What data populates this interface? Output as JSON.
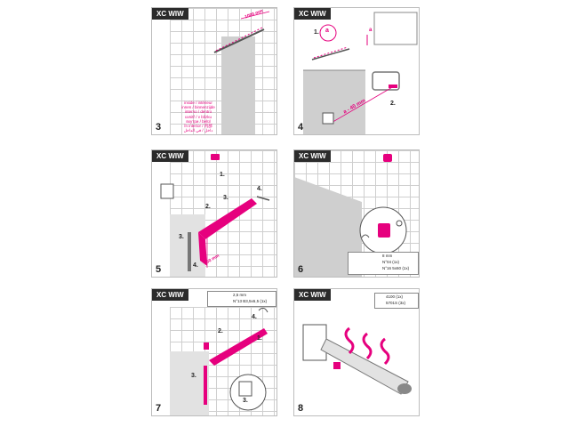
{
  "brand_tag": "XC WIW",
  "colors": {
    "accent": "#e6007e",
    "glass": "#cfcfcf"
  },
  "panels": [
    {
      "step": "3"
    },
    {
      "step": "4",
      "labels": {
        "a": "a",
        "dim": "a - 40 mm",
        "one": "1.",
        "two": "2."
      }
    },
    {
      "step": "5",
      "labels": {
        "one": "1.",
        "two": "2.",
        "three": "3.",
        "three_b": "3.",
        "four": "4.",
        "four_b": "4.",
        "dim": "150 mm"
      }
    },
    {
      "step": "6",
      "parts": [
        "8 mm",
        "N°04 (1x)",
        "N°16 5x60 (1x)"
      ]
    },
    {
      "step": "7",
      "labels": {
        "one": "1.",
        "two": "2.",
        "three": "3.",
        "three_b": "3.",
        "four": "4."
      },
      "parts": [
        "2,5 mm",
        "N°13 B3,5x6,5 (1x)"
      ]
    },
    {
      "step": "8",
      "parts": [
        "4100 (1x)",
        "5701S (3x)"
      ]
    }
  ],
  "dim_1000": "1000 mm",
  "inside_text": [
    "inside / intérieur",
    "innen / binnenzijde",
    "interno / dentro",
    "uvnitř / v blízku",
    "вхутри / belül",
    "în interior / 内部",
    "داخل / في الداخل"
  ]
}
